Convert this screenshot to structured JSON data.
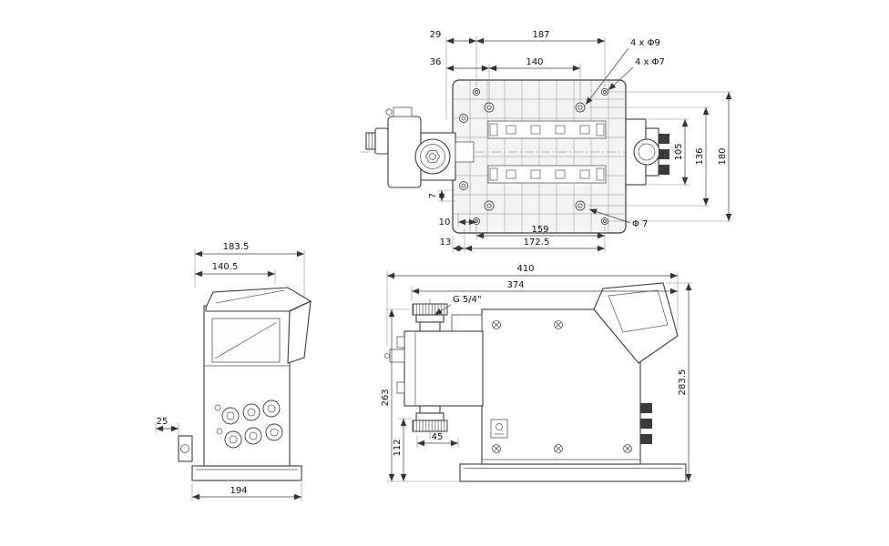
{
  "meta": {
    "background": "#ffffff",
    "line_color": "#3b3b3b",
    "drawing_type": "dosing pump dimensional drawing, three orthographic views"
  },
  "top_view": {
    "dims": {
      "d29": "29",
      "d187": "187",
      "d36": "36",
      "d140": "140",
      "d105": "105",
      "d136": "136",
      "d180": "180",
      "d7": "7",
      "d10": "10",
      "d159": "159",
      "d13": "13",
      "d172_5": "172.5"
    },
    "labels": {
      "holes_9": "4 x Φ9",
      "holes_7": "4 x Φ7",
      "dia_7": "Φ 7"
    }
  },
  "front_view": {
    "dims": {
      "d183_5": "183.5",
      "d140_5": "140.5",
      "d25": "25",
      "d194": "194"
    }
  },
  "side_view": {
    "dims": {
      "d410": "410",
      "d374": "374",
      "d263": "263",
      "d112": "112",
      "d45": "45",
      "d283_5": "283.5"
    },
    "labels": {
      "thread": "G 5/4\""
    }
  }
}
